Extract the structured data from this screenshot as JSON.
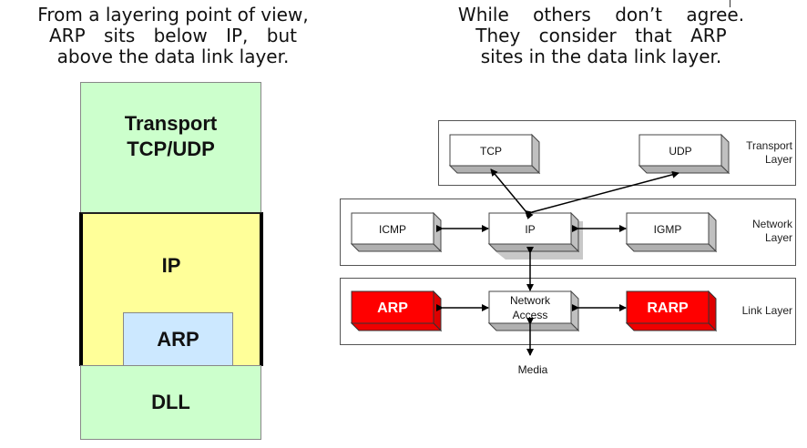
{
  "captions": {
    "left": [
      "From a layering point of view,",
      "ARP sits below IP, but",
      "above the data link layer."
    ],
    "right": [
      "While others don’t agree.",
      "They consider that ARP",
      "sites in the data link layer."
    ]
  },
  "stack": {
    "transport_line1": "Transport",
    "transport_line2": "TCP/UDP",
    "ip": "IP",
    "arp": "ARP",
    "dll": "DLL",
    "colors": {
      "transport": "#ccffcc",
      "ip": "#ffff99",
      "arp": "#cce8ff",
      "dll": "#ccffcc"
    }
  },
  "layers": {
    "transport": {
      "label_line1": "Transport",
      "label_line2": "Layer"
    },
    "network": {
      "label_line1": "Network",
      "label_line2": "Layer"
    },
    "link": {
      "label_line1": "Link Layer"
    }
  },
  "protocols": {
    "tcp": "TCP",
    "udp": "UDP",
    "icmp": "ICMP",
    "ip": "IP",
    "igmp": "IGMP",
    "arp": "ARP",
    "network_access_line1": "Network",
    "network_access_line2": "Access",
    "rarp": "RARP",
    "media": "Media",
    "highlight_color": "#ff0000"
  }
}
